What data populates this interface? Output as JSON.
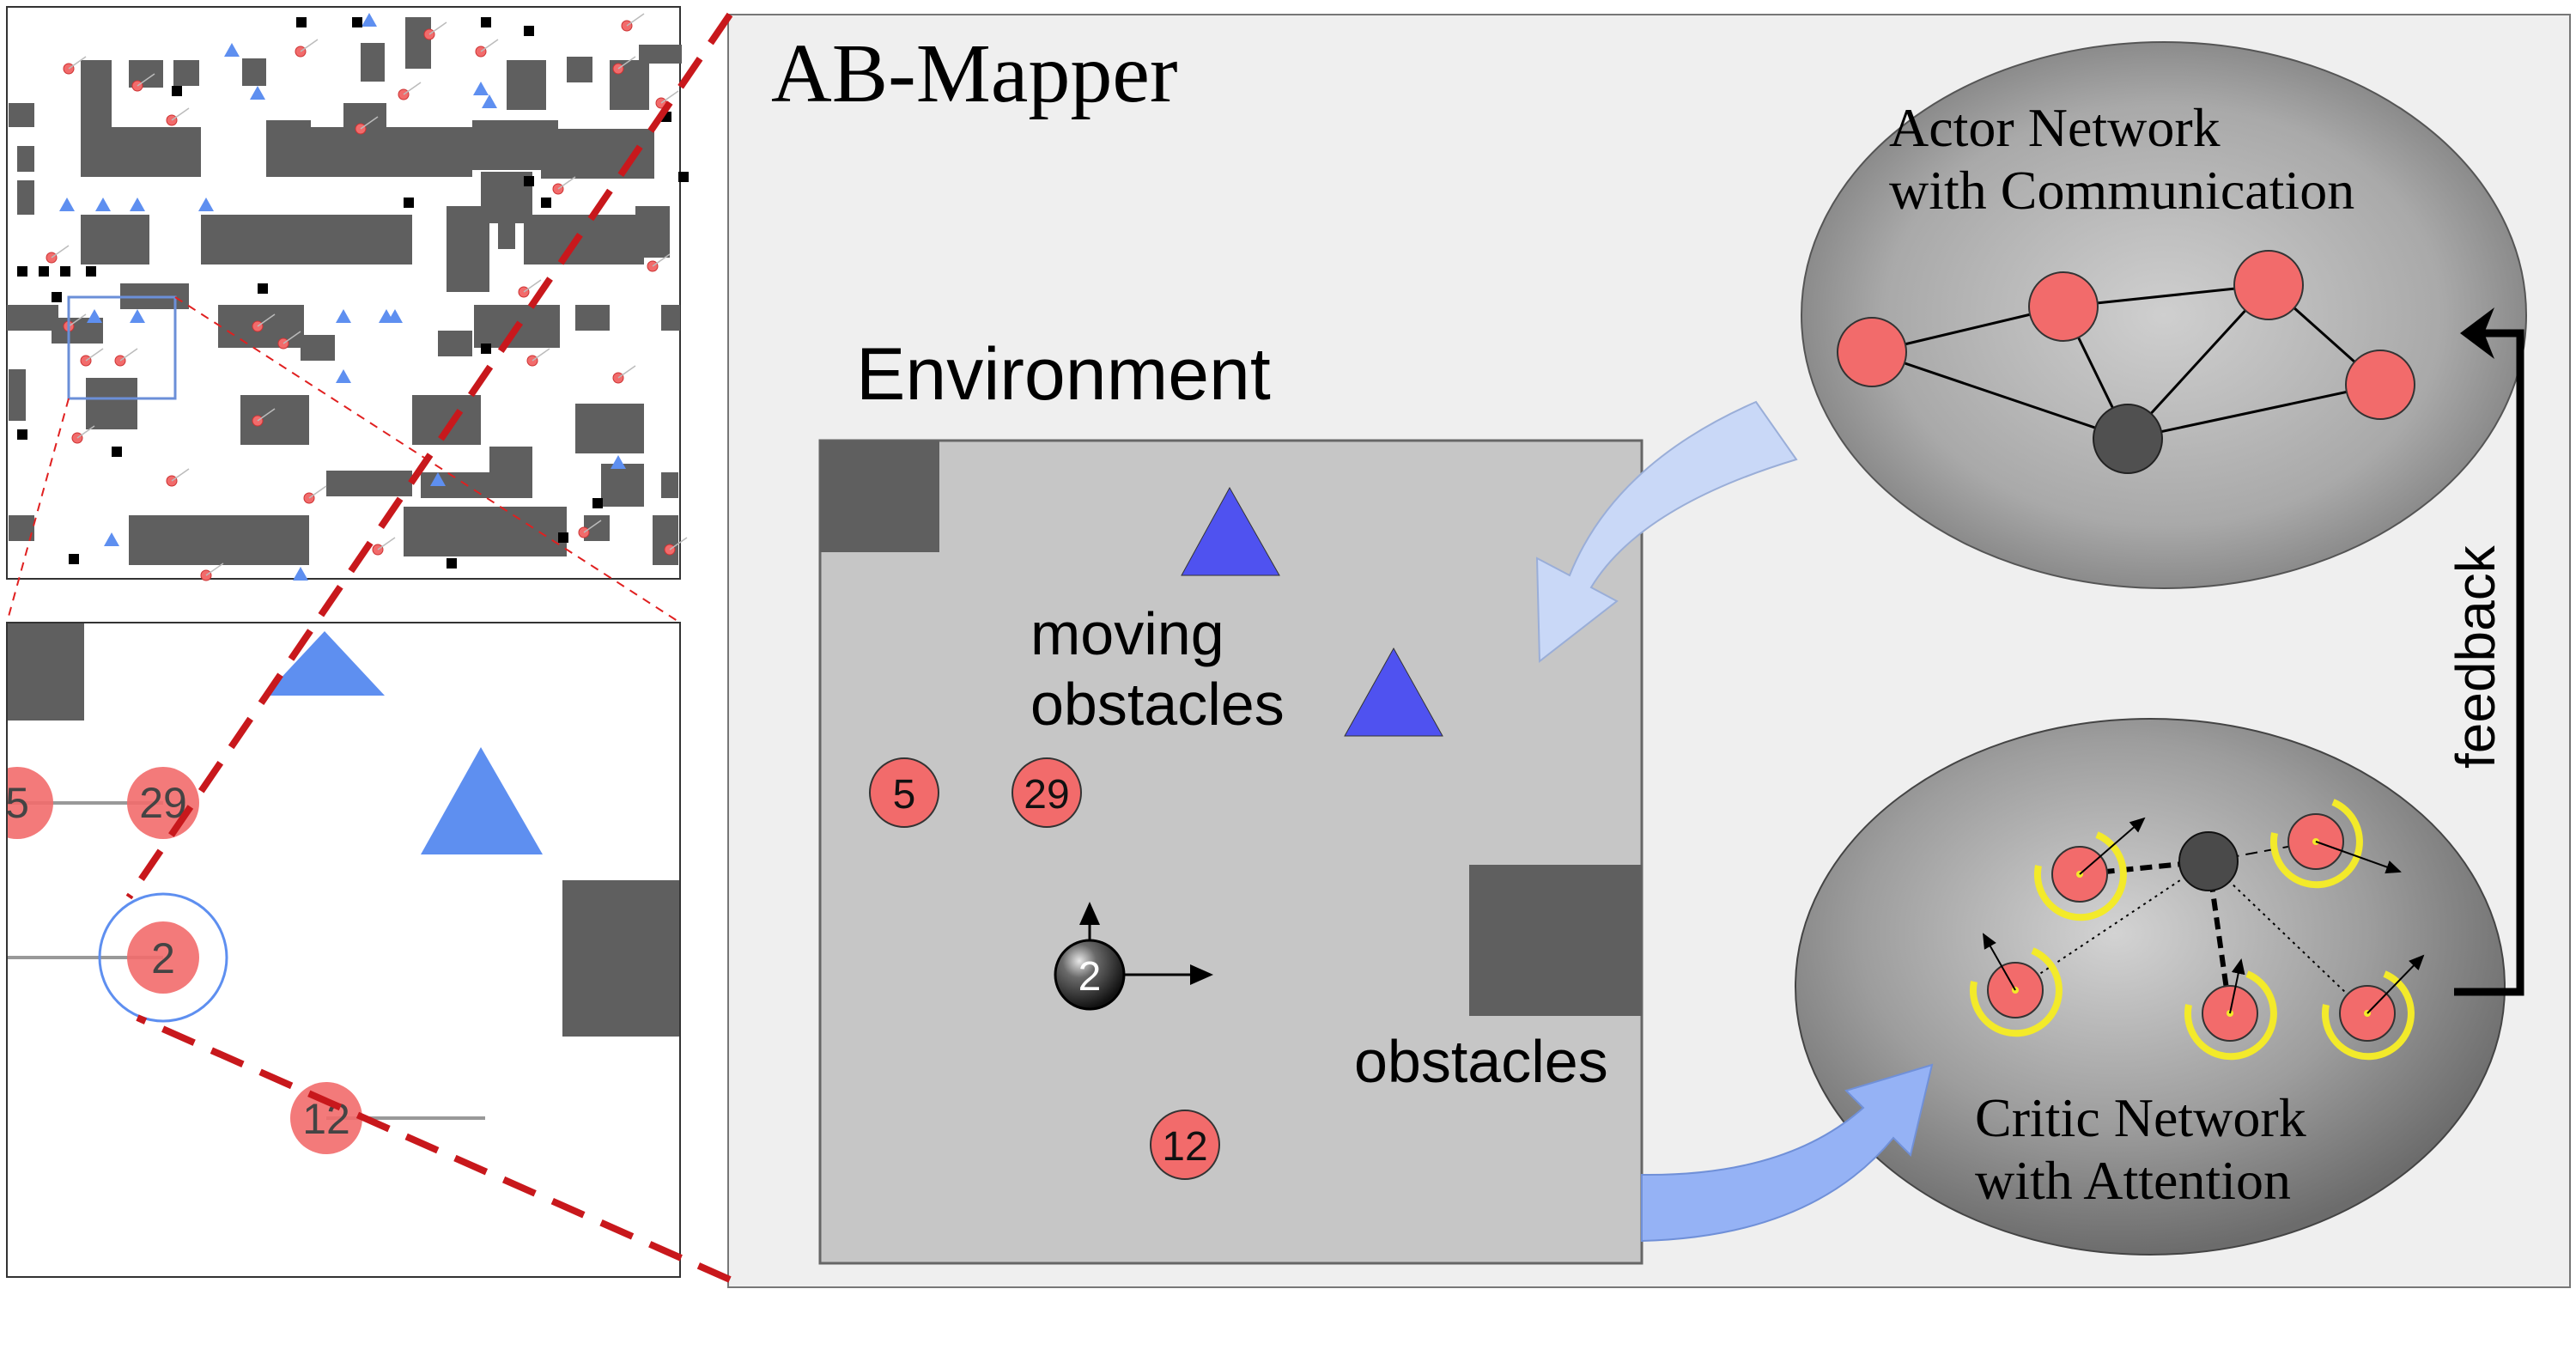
{
  "title": "AB-Mapper",
  "environment": {
    "heading": "Environment",
    "moving_obstacles_line1": "moving",
    "moving_obstacles_line2": "obstacles",
    "obstacles_label": "obstacles",
    "agents": [
      "5",
      "29",
      "12"
    ],
    "controlled_agent": "2"
  },
  "actor": {
    "line1": "Actor Network",
    "line2": "with Communication"
  },
  "critic": {
    "line1": "Critic Network",
    "line2": "with  Attention"
  },
  "feedback_label": "feedback",
  "zoom": {
    "agents": [
      "5",
      "29",
      "2",
      "12"
    ]
  },
  "colors": {
    "agent_red": "#f26b6b",
    "obstacle_gray": "#5f5f5f",
    "moving_obstacle_blue": "#4f52f0",
    "zoom_triangle_blue": "#5e8ff0",
    "panel_bg": "#efefef",
    "env_bg": "#c6c6c6",
    "dashed_red": "#c8181c",
    "arrow_light_blue": "#c9d8f7",
    "arrow_blue": "#95b2f5",
    "attention_yellow": "#f3ea2a"
  }
}
